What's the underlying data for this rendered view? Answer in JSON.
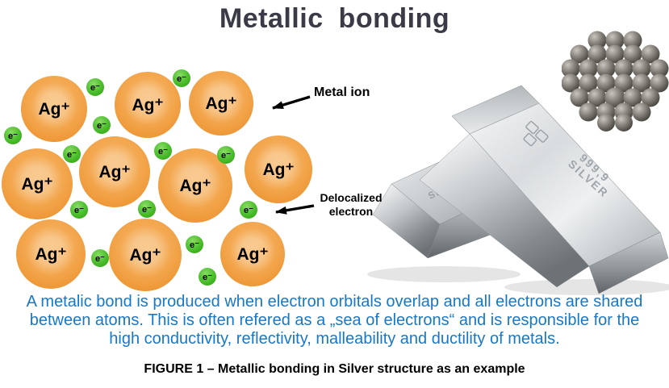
{
  "title": "Metallic bonding",
  "diagram": {
    "ion_label": "Ag⁺",
    "electron_label": "e⁻",
    "metal_ion_label": "Metal ion",
    "delocalized_electron_label": "Delocalized electron"
  },
  "silver_bars": {
    "engraving_purity": "999,9",
    "engraving_metal": "SILVER"
  },
  "paragraph": {
    "lines": [
      "A metalic bond is produced when electron orbitals overlap and all electrons are shared",
      "between atoms. This is often refered as a „sea of electrons“ and is responsible for the",
      "high conductivity, reflectivity, malleability and ductility of metals."
    ]
  },
  "caption": "FIGURE 1 – Metallic bonding in Silver structure as an example",
  "colors": {
    "title_text": "#3b3b47",
    "paragraph_blue": "#1778c8",
    "ion_orange": "#f0a14a",
    "electron_green": "#45b92c"
  }
}
